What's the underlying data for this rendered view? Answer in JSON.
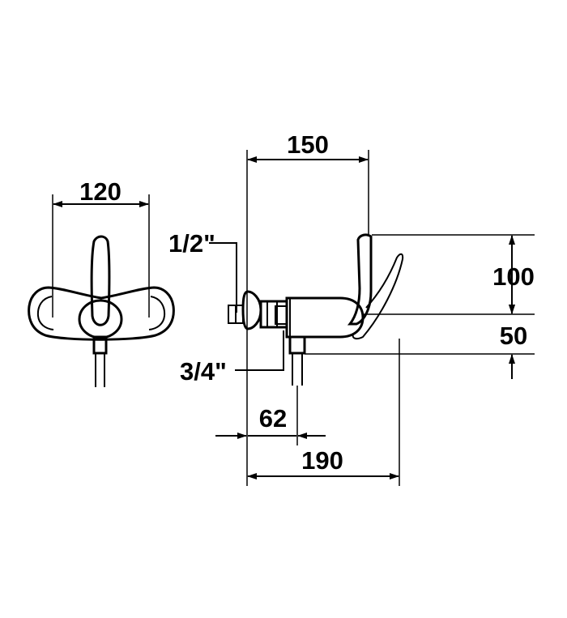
{
  "drawing": {
    "front_view": {
      "width_dim": "120"
    },
    "side_view": {
      "depth_dim": "150",
      "height_upper_dim": "100",
      "height_lower_dim": "50",
      "inlet_offset_dim": "62",
      "total_projection_dim": "190",
      "connection_top_label": "1/2\"",
      "connection_bottom_label": "3/4\""
    }
  }
}
